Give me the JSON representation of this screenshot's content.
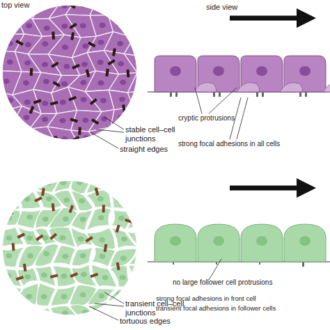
{
  "diagram": {
    "labels": [
      "top view",
      "stable cell–cell junctions",
      "straight edges",
      "side view",
      "cryptic protrusions",
      "strong focal adhesions in all cells",
      "transient cell–cell junctions",
      "tortuous edges",
      "no large follower cell protrusions",
      "strong focal adhesions in front cell",
      "transient focal adhesions in follower cells"
    ]
  }
}
